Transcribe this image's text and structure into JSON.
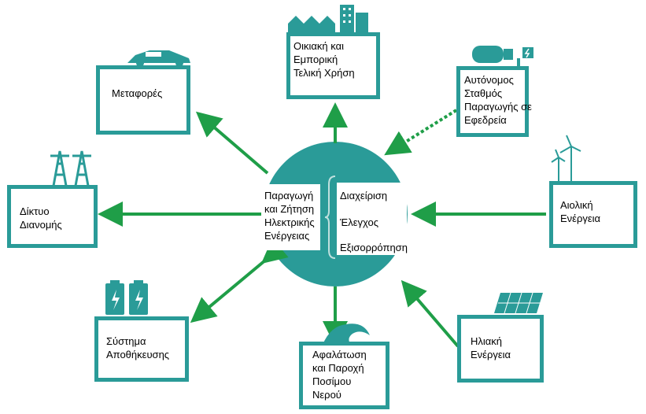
{
  "diagram": {
    "center": {
      "left_label": "Παραγωγή\nκαι Ζήτηση\nΗλεκτρικής\nΕνέργειας",
      "right_items": [
        "Διαχείριση",
        "Έλεγχος",
        "Εξισορρόπηση"
      ]
    },
    "nodes": {
      "residential": "Οικιακή και\nΕμπορική\nΤελική Χρήση",
      "transport": "Μεταφορές",
      "backup": "Αυτόνομος\nΣταθμός\nΠαραγωγής σε\nΕφεδρεία",
      "grid": "Δίκτυο\nΔιανομής",
      "wind": "Αιολική\nΕνέργεια",
      "storage": "Σύστημα\nΑποθήκευσης",
      "water": "Αφαλάτωση\nκαι Παροχή\nΠοσίμου\nΝερού",
      "solar": "Ηλιακή\nΕνέργεια"
    },
    "colors": {
      "teal": "#2a9b98",
      "arrow": "#1f9e48",
      "text": "#000000"
    },
    "icons": [
      "car-icon",
      "houses-icon",
      "generator-icon",
      "pylon-icon",
      "wind-turbine-icon",
      "battery-icon",
      "wave-icon",
      "solar-panel-icon"
    ]
  }
}
